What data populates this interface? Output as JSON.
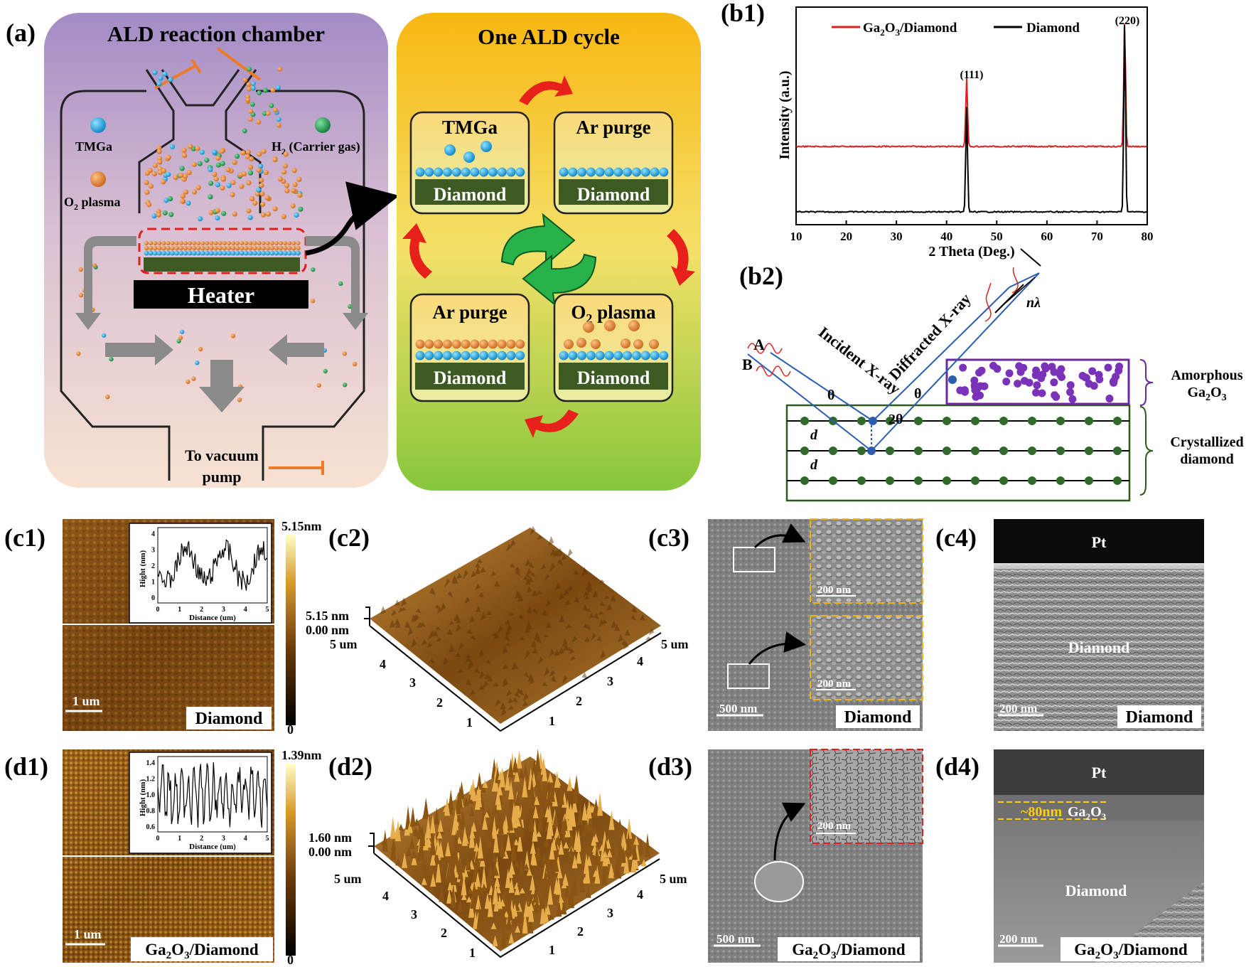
{
  "panel_a": {
    "label": "(a)",
    "chamber_title": "ALD reaction chamber",
    "cycle_title": "One ALD cycle",
    "legend_tmga": "TMGa",
    "legend_o2_base": "O",
    "legend_o2_sub": "2",
    "legend_o2_tail": " plasma",
    "legend_h2_base": "H",
    "legend_h2_sub": "2",
    "legend_h2_tail": " (Carrier gas)",
    "heater": "Heater",
    "vacuum_line1": "To vacuum",
    "vacuum_line2": "pump",
    "steps": [
      {
        "title": "TMGa",
        "substrate": "Diamond"
      },
      {
        "title": "Ar purge",
        "substrate": "Diamond"
      },
      {
        "title": "Ar purge",
        "substrate": "Diamond"
      },
      {
        "title_base": "O",
        "title_sub": "2",
        "title_tail": " plasma",
        "substrate": "Diamond"
      }
    ],
    "colors": {
      "chamber_bg_top": "#a48ac6",
      "chamber_bg_bottom": "#f7e3d3",
      "cycle_bg_top": "#f8b912",
      "cycle_bg_bottom": "#8ccb3c",
      "tmga": "#1aa3e0",
      "o2": "#e08a2c",
      "h2": "#1a9a4a",
      "substrate": "#3d5a23"
    }
  },
  "panel_b1": {
    "label": "(b1)",
    "legend": [
      {
        "base": "Ga",
        "sub1": "2",
        "mid": "O",
        "sub2": "3",
        "tail": "/Diamond",
        "color": "#e02020"
      },
      {
        "base": "Diamond",
        "color": "#000000"
      }
    ],
    "ylabel": "Intensity (a.u.)",
    "xlabel": "2 Theta (Deg.)",
    "peak_labels": [
      "(111)",
      "(220)"
    ]
  },
  "chart_data": {
    "type": "line",
    "x_range": [
      10,
      80
    ],
    "x_ticks": [
      10,
      20,
      30,
      40,
      50,
      60,
      70,
      80
    ],
    "series": [
      {
        "name": "Ga2O3/Diamond",
        "peaks": [
          {
            "x": 44,
            "height": 0.55
          },
          {
            "x": 75.5,
            "height": 1.0
          }
        ]
      },
      {
        "name": "Diamond",
        "peaks": [
          {
            "x": 44,
            "height": 0.55
          },
          {
            "x": 75.5,
            "height": 1.0
          }
        ]
      }
    ]
  },
  "panel_b2": {
    "label": "(b2)",
    "incident": "Incident X-ray",
    "diffracted": "Diffracted X-ray",
    "ray_a": "A",
    "ray_b": "B",
    "theta": "θ",
    "two_theta": "2θ",
    "d": "d",
    "n_lambda": "nλ",
    "amorphous_line1": "Amorphous",
    "amorphous_line2_base": "Ga",
    "amorphous_line2_sub1": "2",
    "amorphous_line2_mid": "O",
    "amorphous_line2_sub2": "3",
    "crystal_line1": "Crystallized",
    "crystal_line2": "diamond"
  },
  "panel_c": {
    "c1": {
      "label": "(c1)",
      "scale_max": "5.15nm",
      "scale_min": "0",
      "scale_bar": "1 um",
      "name": "Diamond",
      "inset_ylabel": "Hight (nm)",
      "inset_xlabel": "Distance (um)",
      "inset_yticks": [
        "0",
        "1",
        "2",
        "3",
        "4"
      ],
      "inset_xticks": [
        "0",
        "1",
        "2",
        "3",
        "4",
        "5"
      ]
    },
    "c2": {
      "label": "(c2)",
      "z_top": "5.15 nm",
      "z_bottom": "0.00 nm",
      "axis_left": "5 um",
      "axis_right": "5 um",
      "ticks": [
        "4",
        "3",
        "2",
        "1"
      ]
    },
    "c3": {
      "label": "(c3)",
      "inset1_scale": "200 nm",
      "inset2_scale": "200 nm",
      "scale_bar": "500 nm",
      "name": "Diamond"
    },
    "c4": {
      "label": "(c4)",
      "top": "Pt",
      "middle": "Diamond",
      "scale_bar": "200 nm",
      "name": "Diamond"
    }
  },
  "panel_d": {
    "d1": {
      "label": "(d1)",
      "scale_max": "1.39nm",
      "scale_min": "0",
      "scale_bar": "1 um",
      "name_base": "Ga",
      "name_sub1": "2",
      "name_mid": "O",
      "name_sub2": "3",
      "name_tail": "/Diamond",
      "inset_ylabel": "Hight (nm)",
      "inset_xlabel": "Distance (um)",
      "inset_yticks": [
        "0.6",
        "0.8",
        "1.0",
        "1.2",
        "1.4"
      ],
      "inset_xticks": [
        "0",
        "1",
        "2",
        "3",
        "4",
        "5"
      ]
    },
    "d2": {
      "label": "(d2)",
      "z_top": "1.60 nm",
      "z_bottom": "0.00 nm",
      "axis_left": "5 um",
      "axis_right": "5 um",
      "ticks": [
        "4",
        "3",
        "2",
        "1"
      ]
    },
    "d3": {
      "label": "(d3)",
      "inset_scale": "200 nm",
      "scale_bar": "500 nm",
      "name_base": "Ga",
      "name_sub1": "2",
      "name_mid": "O",
      "name_sub2": "3",
      "name_tail": "/Diamond"
    },
    "d4": {
      "label": "(d4)",
      "top": "Pt",
      "thickness": "~80nm",
      "layer_base": "Ga",
      "layer_sub1": "2",
      "layer_mid": "O",
      "layer_sub2": "3",
      "middle": "Diamond",
      "scale_bar": "200 nm",
      "name_base": "Ga",
      "name_sub1": "2",
      "name_mid": "O",
      "name_sub2": "3",
      "name_tail": "/Diamond"
    }
  }
}
